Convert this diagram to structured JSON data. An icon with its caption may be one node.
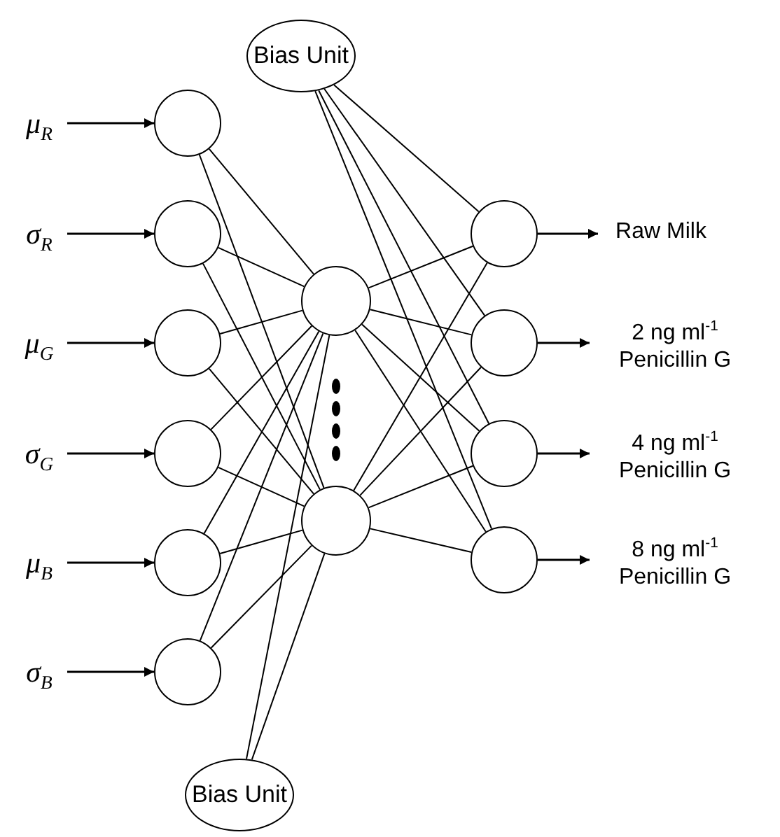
{
  "diagram": {
    "nodes": [
      {
        "text": [
          "μ$_{R}$"
        ]
      },
      {
        "text": [
          "σ$_{R}$"
        ]
      },
      {
        "text": [
          "μ$_{G}$"
        ]
      },
      {
        "text": [
          "σ$_{G}$"
        ]
      },
      {
        "text": [
          "μ$_{B}$"
        ]
      },
      {
        "text": [
          "σ$_{B}$"
        ]
      },
      {
        "text": [],
        "shape": "circle"
      },
      {
        "text": [],
        "shape": "circle"
      },
      {
        "text": [],
        "shape": "circle"
      },
      {
        "text": [],
        "shape": "circle"
      },
      {
        "text": [],
        "shape": "circle"
      },
      {
        "text": [],
        "shape": "circle"
      },
      {
        "text": [
          "Bias Unit"
        ]
      },
      {
        "text": [],
        "shape": "circle"
      },
      {
        "text": [],
        "shape": "circle"
      },
      {
        "text": [
          "Bias Unit"
        ]
      },
      {
        "text": [],
        "shape": "circle"
      },
      {
        "text": [],
        "shape": "circle"
      },
      {
        "text": [],
        "shape": "circle"
      },
      {
        "text": [],
        "shape": "circle"
      },
      {
        "text": [
          "Raw Milk"
        ]
      },
      {
        "text": [
          "2 ng ml$^{-1}$ Penicillin G"
        ]
      },
      {
        "text": [
          "4 ng ml$^{-1}$ Penicillin G"
        ]
      },
      {
        "text": [
          "8 ng ml$^{-1}$ Penicillin G"
        ]
      }
    ],
    "edges": [
      {
        "from": 0,
        "to": 6,
        "arrow": "to"
      },
      {
        "from": 1,
        "to": 7,
        "arrow": "to"
      },
      {
        "from": 2,
        "to": 8,
        "arrow": "to"
      },
      {
        "from": 3,
        "to": 9,
        "arrow": "to"
      },
      {
        "from": 4,
        "to": 10,
        "arrow": "to"
      },
      {
        "from": 5,
        "to": 11,
        "arrow": "to"
      },
      {
        "from": 6,
        "to": 13,
        "arrow": "none"
      },
      {
        "from": 6,
        "to": 14,
        "arrow": "none"
      },
      {
        "from": 7,
        "to": 13,
        "arrow": "none"
      },
      {
        "from": 7,
        "to": 14,
        "arrow": "none"
      },
      {
        "from": 8,
        "to": 13,
        "arrow": "none"
      },
      {
        "from": 8,
        "to": 14,
        "arrow": "none"
      },
      {
        "from": 9,
        "to": 13,
        "arrow": "none"
      },
      {
        "from": 9,
        "to": 14,
        "arrow": "none"
      },
      {
        "from": 10,
        "to": 13,
        "arrow": "none"
      },
      {
        "from": 10,
        "to": 14,
        "arrow": "none"
      },
      {
        "from": 11,
        "to": 13,
        "arrow": "none"
      },
      {
        "from": 11,
        "to": 14,
        "arrow": "none"
      },
      {
        "from": 15,
        "to": 13,
        "arrow": "none"
      },
      {
        "from": 15,
        "to": 14,
        "arrow": "none"
      },
      {
        "from": 12,
        "to": 16,
        "arrow": "none"
      },
      {
        "from": 12,
        "to": 17,
        "arrow": "none"
      },
      {
        "from": 12,
        "to": 18,
        "arrow": "none"
      },
      {
        "from": 12,
        "to": 19,
        "arrow": "none"
      },
      {
        "from": 13,
        "to": 16,
        "arrow": "none"
      },
      {
        "from": 13,
        "to": 17,
        "arrow": "none"
      },
      {
        "from": 13,
        "to": 18,
        "arrow": "none"
      },
      {
        "from": 13,
        "to": 19,
        "arrow": "none"
      },
      {
        "from": 14,
        "to": 16,
        "arrow": "none"
      },
      {
        "from": 14,
        "to": 17,
        "arrow": "none"
      },
      {
        "from": 14,
        "to": 18,
        "arrow": "none"
      },
      {
        "from": 14,
        "to": 19,
        "arrow": "none"
      },
      {
        "from": 16,
        "to": 20,
        "arrow": "to"
      },
      {
        "from": 17,
        "to": 21,
        "arrow": "to"
      },
      {
        "from": 18,
        "to": 22,
        "arrow": "to"
      },
      {
        "from": 19,
        "to": 23,
        "arrow": "to"
      }
    ]
  }
}
